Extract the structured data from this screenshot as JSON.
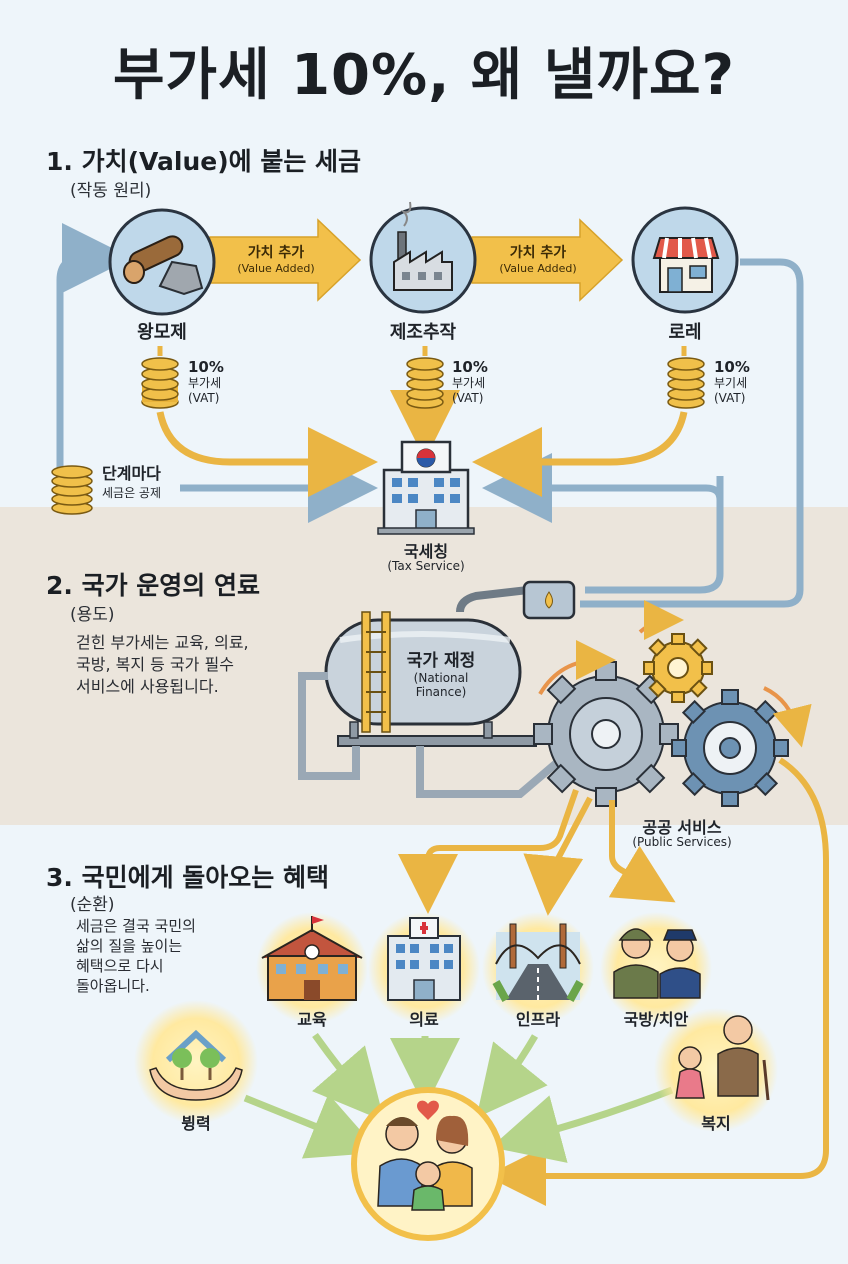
{
  "title": "부가세 10%, 왜 낼까요?",
  "section1": {
    "title": "1. 가치(Value)에 붙는 세금",
    "subtitle": "(작동 원리)",
    "stages": [
      {
        "label": "왕모제",
        "icon": "logs-stone-icon"
      },
      {
        "label": "제조추작",
        "icon": "factory-icon"
      },
      {
        "label": "로레",
        "icon": "store-icon"
      }
    ],
    "value_added": [
      {
        "label": "가치 추가",
        "sub": "(Value Added)"
      },
      {
        "label": "가치 추가",
        "sub": "(Value Added)"
      }
    ],
    "vat": [
      {
        "pct": "10%",
        "line1": "부가세",
        "line2": "(VAT)"
      },
      {
        "pct": "10%",
        "line1": "부가세",
        "line2": "(VAT)"
      },
      {
        "pct": "10%",
        "line1": "부기세",
        "line2": "(VAT)"
      }
    ],
    "deduction": {
      "title": "단계마다",
      "sub": "세금은 공제"
    },
    "tax_office": {
      "label": "국세칭",
      "sub": "(Tax Service)"
    }
  },
  "section2": {
    "title": "2. 국가 운영의 연료",
    "subtitle": "(용도)",
    "body": [
      "걷힌 부가세는 교육, 의료,",
      "국방, 복지 등 국가 필수",
      "서비스에 사용됩니다."
    ],
    "tank": {
      "label": "국가 재정",
      "sub1": "(National",
      "sub2": "Finance)"
    },
    "gears": {
      "label": "공공 서비스",
      "sub": "(Public Services)"
    }
  },
  "section3": {
    "title": "3. 국민에게 돌아오는 혜택",
    "subtitle": "(순환)",
    "body": [
      "세금은 결국 국민의",
      "삶의 질을 높이는",
      "혜택으로 다시",
      "돌아옵니다."
    ],
    "services": [
      {
        "label": "교육",
        "icon": "school-icon"
      },
      {
        "label": "의료",
        "icon": "hospital-icon"
      },
      {
        "label": "인프라",
        "icon": "bridge-icon"
      },
      {
        "label": "국방/치안",
        "icon": "soldier-police-icon"
      }
    ],
    "side_benefits": [
      {
        "label": "뷩력",
        "icon": "environment-hands-icon"
      },
      {
        "label": "복지",
        "icon": "elderly-child-icon"
      }
    ],
    "family_icon": "family-icon"
  },
  "colors": {
    "background": "#eef5fa",
    "band": "#ece6dc",
    "gold": "#f2c04a",
    "gold_dark": "#d7a22a",
    "pipe_blue": "#8fb0c9",
    "green_arrow": "#b5d48a",
    "circle_blue": "#bfd8ea"
  }
}
